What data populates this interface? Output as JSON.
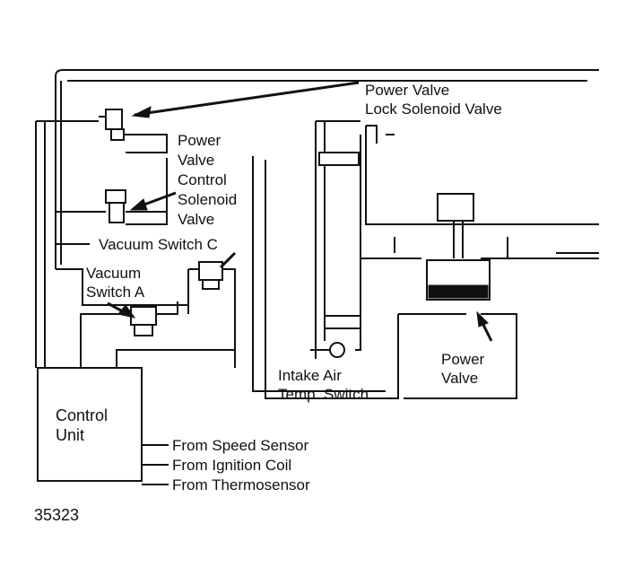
{
  "labels": {
    "power_valve_lock_solenoid": "Power Valve\nLock Solenoid Valve",
    "power_valve_control_solenoid": "Power\nValve\nControl\nSolenoid\nValve",
    "vacuum_switch_c": "Vacuum Switch C",
    "vacuum_switch_a": "Vacuum\nSwitch A",
    "control_unit": "Control\nUnit",
    "intake_air_temp_switch": "Intake Air\nTemp. Switch",
    "power_valve": "Power\nValve",
    "from_speed_sensor": "From Speed Sensor",
    "from_ignition_coil": "From Ignition Coil",
    "from_thermosensor": "From Thermosensor",
    "figure_number": "35323"
  }
}
